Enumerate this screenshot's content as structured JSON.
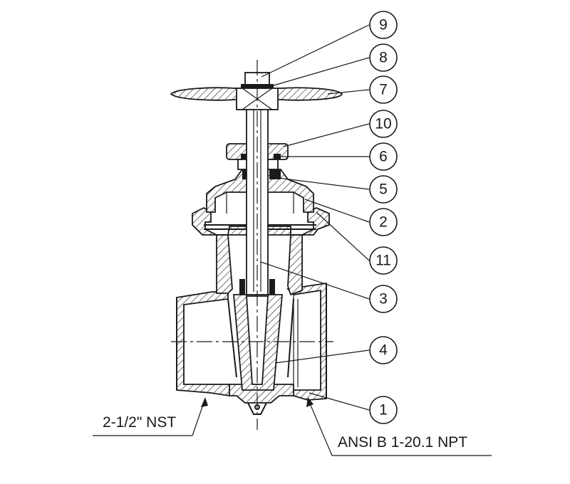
{
  "drawing": {
    "callouts": [
      {
        "label": "9"
      },
      {
        "label": "8"
      },
      {
        "label": "7"
      },
      {
        "label": "10"
      },
      {
        "label": "6"
      },
      {
        "label": "5"
      },
      {
        "label": "2"
      },
      {
        "label": "11"
      },
      {
        "label": "3"
      },
      {
        "label": "4"
      },
      {
        "label": "1"
      }
    ],
    "notes": {
      "left_thread": "2-1/2\" NST",
      "right_thread": "ANSI B 1-20.1 NPT"
    }
  }
}
